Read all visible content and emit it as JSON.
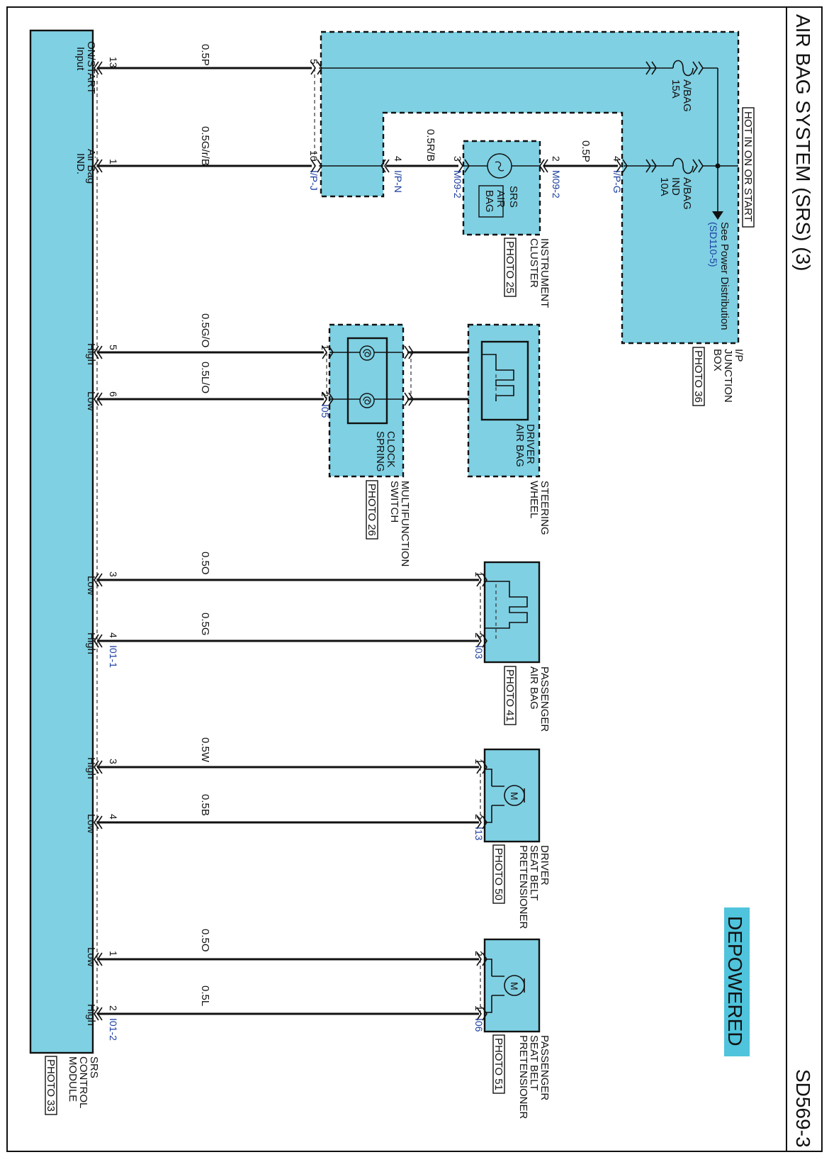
{
  "title": "AIR BAG SYSTEM (SRS) (3)",
  "page_code": "SD569-3",
  "badge": "DEPOWERED",
  "hot_label": "HOT IN ON OR START",
  "see_power": "See Power Distribution",
  "see_power_ref": "(SD110-5)",
  "junction_box": {
    "name_lines": [
      "I/P",
      "JUNCTION",
      "BOX"
    ],
    "photo": "PHOTO 36",
    "fuses": [
      {
        "name": "A/BAG",
        "rating": "15A"
      },
      {
        "name": "A/BAG",
        "name2": "IND",
        "rating": "10A"
      }
    ]
  },
  "instrument_cluster": {
    "name_lines": [
      "INSTRUMENT",
      "CLUSTER"
    ],
    "photo": "PHOTO 25",
    "indicator": "SRS",
    "indicator_box": [
      "AIR",
      "BAG"
    ]
  },
  "steering_wheel": {
    "name_lines": [
      "STEERING",
      "WHEEL"
    ],
    "component": [
      "DRIVER",
      "AIR BAG"
    ]
  },
  "multifunction": {
    "name_lines": [
      "MULTIFUNCTION",
      "SWITCH"
    ],
    "photo": "PHOTO 26",
    "component": [
      "CLOCK",
      "SPRING"
    ]
  },
  "passenger_airbag": {
    "name_lines": [
      "PASSENGER",
      "AIR BAG"
    ],
    "photo": "PHOTO 41"
  },
  "driver_pret": {
    "name_lines": [
      "DRIVER",
      "SEAT BELT",
      "PRETENSIONER"
    ],
    "photo": "PHOTO 50"
  },
  "pass_pret": {
    "name_lines": [
      "PASSENGER",
      "SEAT BELT",
      "PRETENSIONER"
    ],
    "photo": "PHOTO 51"
  },
  "module": {
    "name_lines": [
      "SRS",
      "CONTROL",
      "MODULE"
    ],
    "photo": "PHOTO 33"
  },
  "motor_symbol": "M",
  "wires": {
    "w1": "0.5P",
    "w2": "0.5G/r/B",
    "w3": "0.5R/B",
    "w4": "0.5P",
    "w5": "0.5G/O",
    "w6": "0.5L/O",
    "w7": "0.5O",
    "w8": "0.5G",
    "w9": "0.5W",
    "w10": "0.5B",
    "w11": "0.5O",
    "w12": "0.5L"
  },
  "connectors": {
    "ipj": "I/P-J",
    "ipn": "I/P-N",
    "m092a": "M09-2",
    "m092b": "M09-2",
    "ipg": "I/P-G",
    "i05": "I05",
    "i03": "I03",
    "i13": "I13",
    "i06": "I06",
    "i011": "I01-1",
    "i012": "I01-2"
  },
  "pins": {
    "on_start_mod": "13",
    "on_start_jb": "5",
    "airbag_ind_mod": "1",
    "airbag_ind_jb": "10",
    "ipn": "4",
    "clu_in": "3",
    "clu_out": "2",
    "ipg": "4",
    "high1_mod": "5",
    "low1_mod": "6",
    "cs_1": "1",
    "cs_2": "2",
    "pab_low_mod": "3",
    "pab_high_mod": "4",
    "pab_1": "1",
    "pab_2": "2",
    "dp_high_mod": "3",
    "dp_low_mod": "4",
    "dp_1": "1",
    "dp_2": "2",
    "pp_low_mod": "1",
    "pp_high_mod": "2",
    "pp_2": "2",
    "pp_1": "1"
  },
  "module_pins": {
    "on_start": [
      "ON/START",
      "Input"
    ],
    "air_bag_ind": [
      "Air Bag",
      "IND."
    ],
    "high": "High",
    "low": "Low"
  }
}
